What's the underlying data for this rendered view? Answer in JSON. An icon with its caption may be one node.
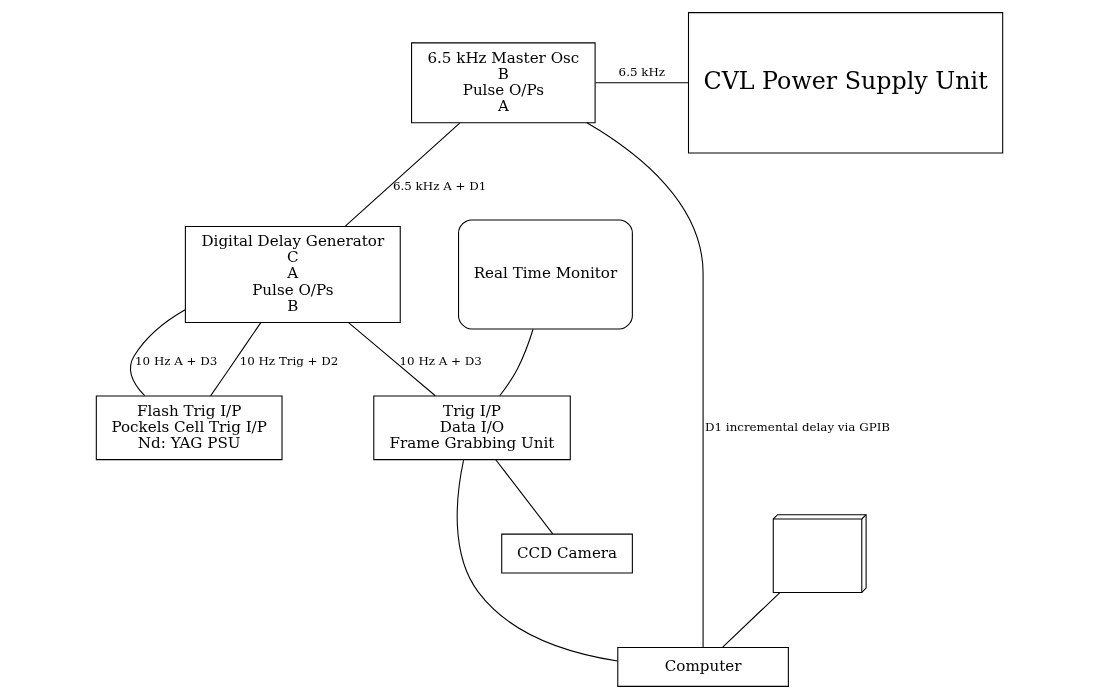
{
  "diagram": {
    "nodes": [
      {
        "text": [
          "6.5 kHz Master Osc",
          "B",
          "Pulse O/Ps",
          "A"
        ]
      },
      {
        "text": [
          "CVL Power Supply Unit"
        ]
      },
      {
        "text": [
          "Digital Delay Generator",
          "C",
          "A",
          "Pulse O/Ps",
          "B"
        ]
      },
      {
        "text": [
          "Flash Trig I/P",
          "Pockels Cell Trig I/P",
          "Nd: YAG PSU"
        ]
      },
      {
        "text": [
          "Real Time Monitor"
        ]
      },
      {
        "text": [
          "Trig I/P",
          "Data I/O",
          "Frame Grabbing Unit"
        ]
      },
      {
        "text": [
          "CCD Camera"
        ]
      },
      {
        "text": [],
        "shape": "picture"
      },
      {
        "text": [
          "Computer"
        ]
      }
    ],
    "edges": [
      {
        "from": 0,
        "to": 1,
        "arrow": "none",
        "label": "6.5 kHz"
      },
      {
        "from": 0,
        "to": 2,
        "arrow": "none",
        "label": "6.5 kHz A + D1"
      },
      {
        "from": 0,
        "to": 8,
        "arrow": "none",
        "label": "D1 incremental delay via GPIB"
      },
      {
        "from": 2,
        "to": 5,
        "arrow": "none",
        "label": "10 Hz A + D3"
      },
      {
        "from": 2,
        "to": 3,
        "arrow": "none",
        "label": "10 Hz Trig + D2"
      },
      {
        "from": 2,
        "to": 3,
        "arrow": "none",
        "label": "10 Hz A + D3"
      },
      {
        "from": 4,
        "to": 5,
        "arrow": "none"
      },
      {
        "from": 5,
        "to": 6,
        "arrow": "none"
      },
      {
        "from": 5,
        "to": 8,
        "arrow": "none"
      },
      {
        "from": 7,
        "to": 8,
        "arrow": "none"
      }
    ]
  }
}
